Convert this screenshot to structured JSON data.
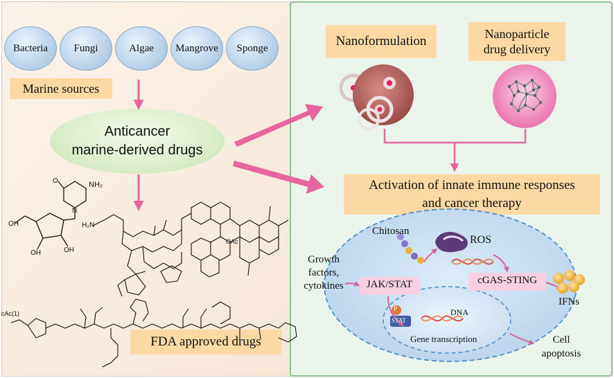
{
  "sources": [
    "Bacteria",
    "Fungi",
    "Algae",
    "Mangrove",
    "Sponge"
  ],
  "marine_sources_label": "Marine sources",
  "center": {
    "line1": "Anticancer",
    "line2": "marine-derived drugs"
  },
  "fda_label": "FDA approved drugs",
  "nanoformulation_label": "Nanoformulation",
  "nanoparticle_label": {
    "line1": "Nanoparticle",
    "line2": "drug delivery"
  },
  "activation_label": {
    "line1": "Activation of innate immune responses",
    "line2": "and cancer therapy"
  },
  "pathway": {
    "chitosan": "Chitosan",
    "ros": "ROS",
    "growth_factors": [
      "Growth",
      "factors,",
      "cytokines"
    ],
    "jak_stat": "JAK/STAT",
    "cgas_sting": "cGAS-STING",
    "ifns": "IFNs",
    "p": "P",
    "stat": "STAT",
    "dna": "DNA",
    "gene_transcription": "Gene transcription",
    "cell_apoptosis": [
      "Cell",
      "apoptosis"
    ]
  },
  "molecule_labels": {
    "nh2": "NH₂",
    "h2n": "H₂N",
    "o": "O",
    "n": "N",
    "oh": "OH",
    "oac": "OAc",
    "sac": "cAc(1)"
  },
  "colors": {
    "arrow": "#e8649f",
    "label_box": "#fbd8a4",
    "right_border": "#8ac28c",
    "cell": "#c6def3"
  }
}
